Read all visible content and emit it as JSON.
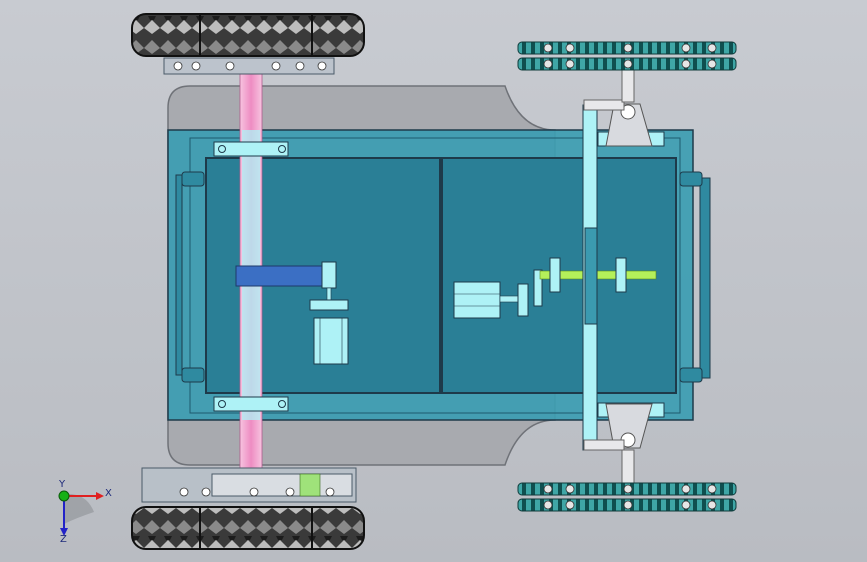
{
  "scene": {
    "colors": {
      "background_top": "#c8cbd1",
      "background_bottom": "#b9bcc2",
      "chassis_plate": "#a8aaaf",
      "body_teal": "#3c9db2",
      "body_dark_teal": "#2a7f96",
      "outline": "#1e3a4a",
      "highlight_cyan": "#aef2f6",
      "axle_pink": "#f4a7cf",
      "shaft_green": "#b4f05a",
      "bracket_blue": "#3b6fc4",
      "tire_dark": "#2a2a2a",
      "gear_teal": "#3fa6a6"
    },
    "components": [
      "chassis-plate",
      "battery-box",
      "front-axle",
      "rear-axle",
      "motor",
      "gearbox",
      "tracked-wheels",
      "treaded-tires"
    ]
  },
  "triad": {
    "x_label": "X",
    "y_label": "Y",
    "z_label": "Z",
    "x_color": "#e02020",
    "y_color": "#16b016",
    "z_color": "#2222c8"
  }
}
